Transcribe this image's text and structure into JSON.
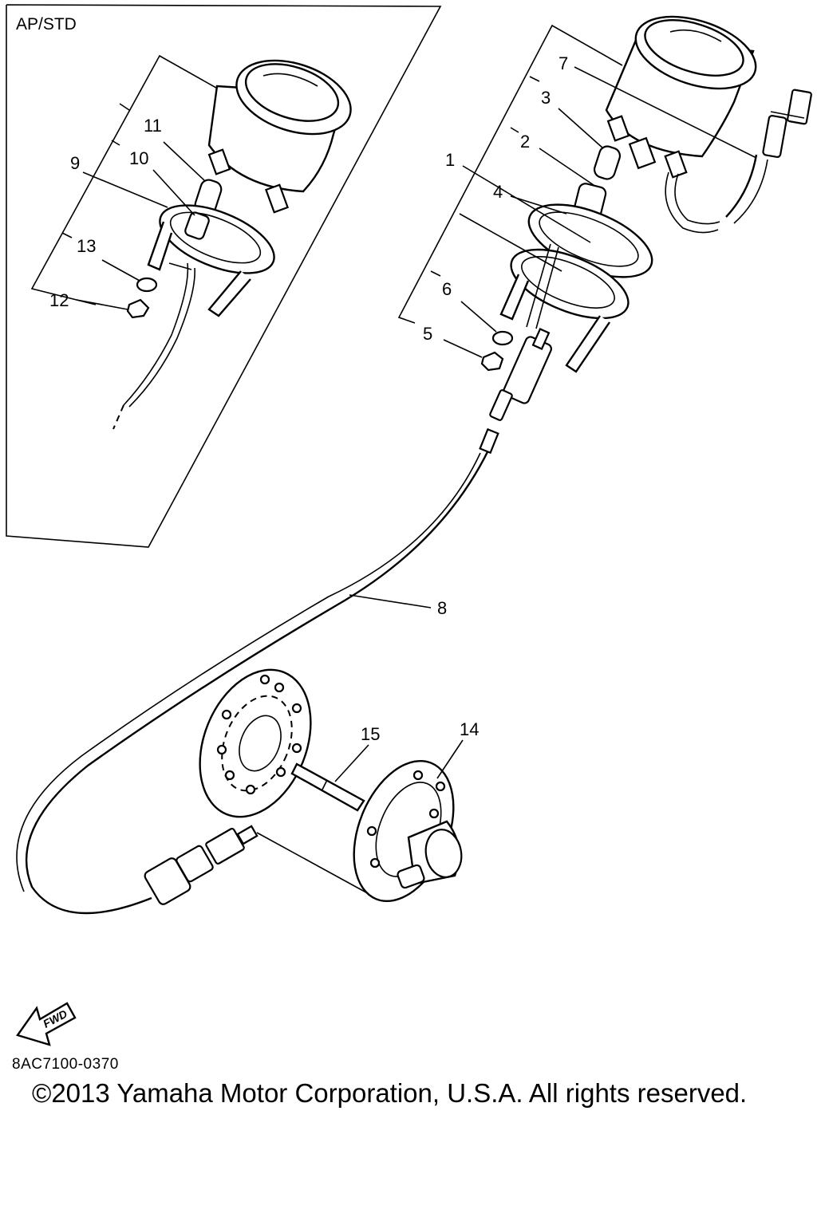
{
  "diagram": {
    "inset_label": "AP/STD",
    "callouts": {
      "c1": "1",
      "c2": "2",
      "c3": "3",
      "c4": "4",
      "c5": "5",
      "c6": "6",
      "c7": "7",
      "c8": "8",
      "c9": "9",
      "c10": "10",
      "c11": "11",
      "c12": "12",
      "c13": "13",
      "c14": "14",
      "c15": "15"
    },
    "fwd_label": "FWD",
    "drawing_code": "8AC7100-0370"
  },
  "footer": {
    "copyright": "©2013 Yamaha Motor Corporation, U.S.A. All rights reserved."
  }
}
